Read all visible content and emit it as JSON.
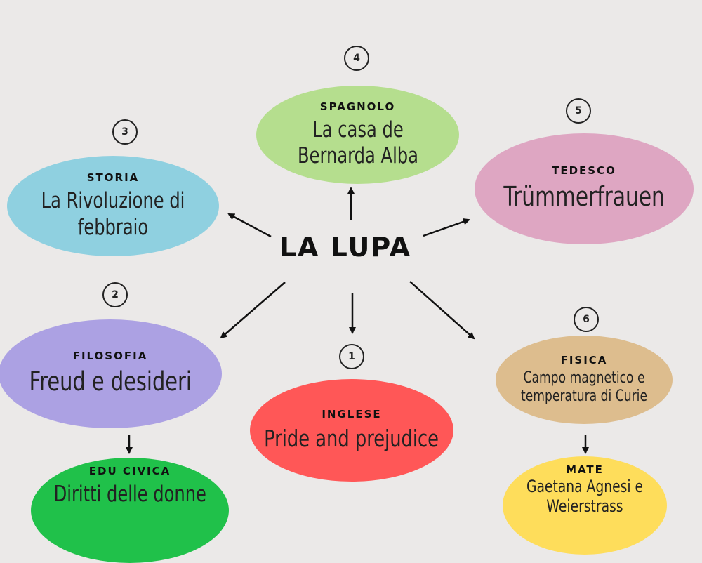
{
  "center": {
    "title": "LA LUPA"
  },
  "nodes": {
    "spagnolo": {
      "number": "4",
      "subject": "SPAGNOLO",
      "topic": "La casa de Bernarda Alba",
      "color": "#b5de8e"
    },
    "storia": {
      "number": "3",
      "subject": "STORIA",
      "topic": "La Rivoluzione di febbraio",
      "color": "#8fd0e0"
    },
    "tedesco": {
      "number": "5",
      "subject": "TEDESCO",
      "topic": "Trümmerfrauen",
      "color": "#dea6c2"
    },
    "filosofia": {
      "number": "2",
      "subject": "FILOSOFIA",
      "topic": "Freud e desideri",
      "color": "#aca1e3"
    },
    "inglese": {
      "number": "1",
      "subject": "INGLESE",
      "topic": "Pride and prejudice",
      "color": "#ff5757"
    },
    "fisica": {
      "number": "6",
      "subject": "FISICA",
      "topic": "Campo magnetico e temperatura di Curie",
      "color": "#ddbd8e"
    },
    "educivica": {
      "subject": "EDU CIVICA",
      "topic": "Diritti delle donne",
      "color": "#20c14a"
    },
    "mate": {
      "subject": "MATE",
      "topic": "Gaetana Agnesi e Weierstrass",
      "color": "#fedd5b"
    }
  }
}
